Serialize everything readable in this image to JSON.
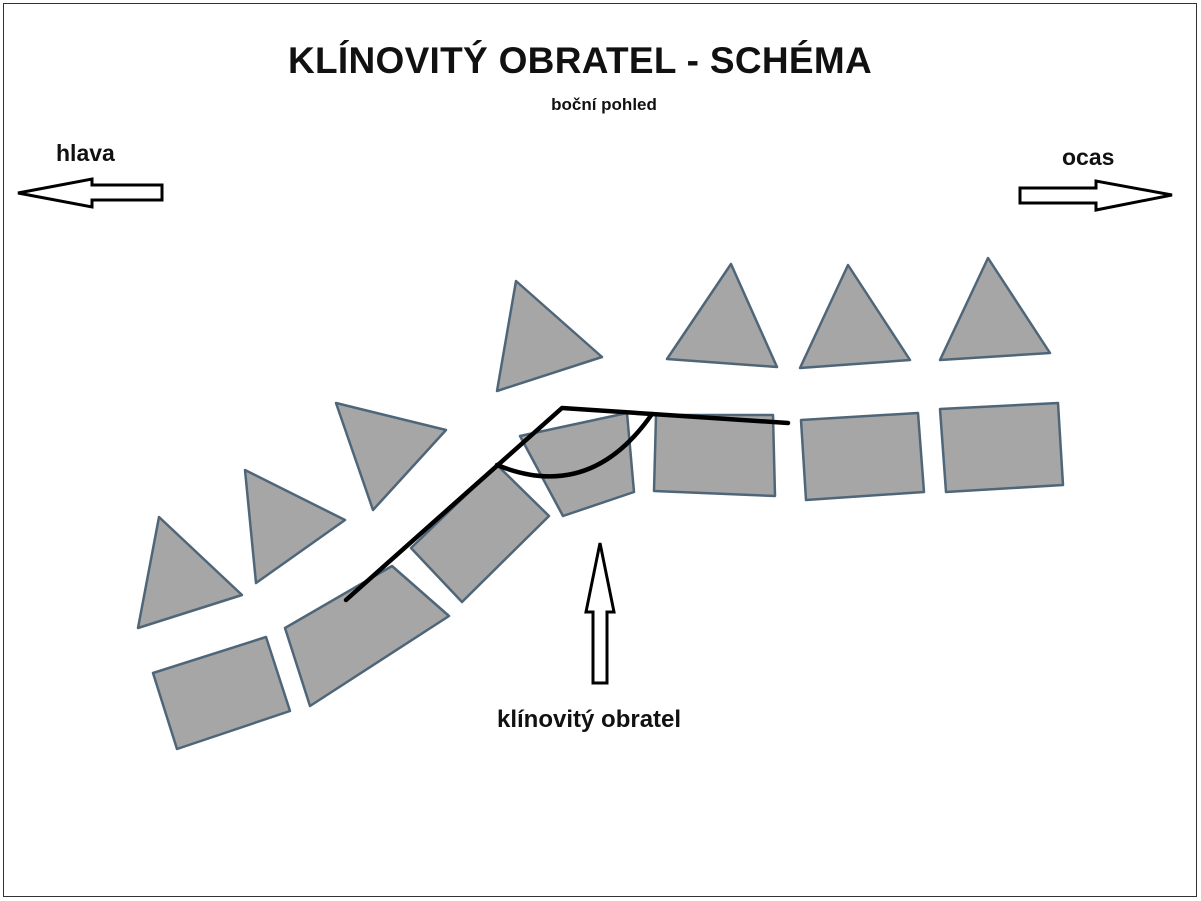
{
  "title": "KLÍNOVITÝ OBRATEL - SCHÉMA",
  "subtitle": "boční pohled",
  "labels": {
    "head": "hlava",
    "tail": "ocas",
    "wedge_vertebra": "klínovitý obratel"
  },
  "colors": {
    "bone_fill": "#a6a6a6",
    "bone_outline": "#4f6679",
    "arrow_fill": "#ffffff",
    "line": "#000000"
  }
}
